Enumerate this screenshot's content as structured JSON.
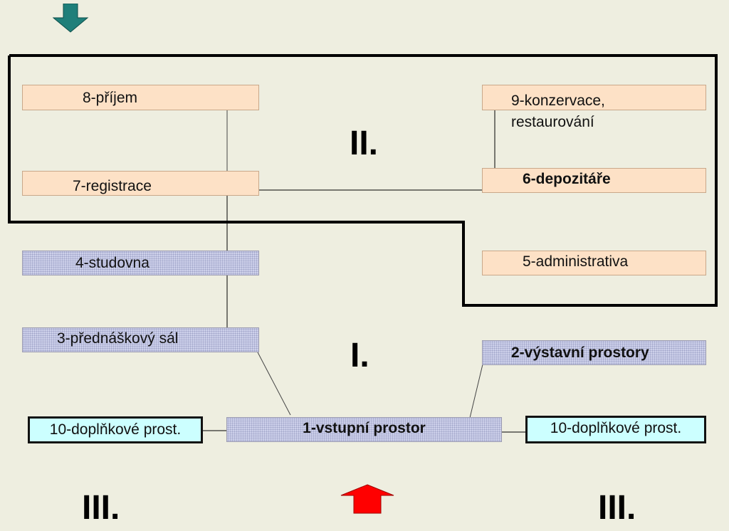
{
  "zones": {
    "zone_1": "I.",
    "zone_2": "II.",
    "zone_3_left": "III.",
    "zone_3_right": "III."
  },
  "rooms": {
    "r1": "1-vstupní prostor",
    "r2": "2-výstavní prostory",
    "r3": "3-přednáškový sál",
    "r4": "4-studovna",
    "r5": "5-administrativa",
    "r6": "6-depozitáře",
    "r7": "7-registrace",
    "r8": "8-příjem",
    "r9_line1": "9-konzervace,",
    "r9_line2": "restaurování",
    "r10_left": "10-doplňkové prost.",
    "r10_right": "10-doplňkové prost."
  },
  "colors": {
    "background": "#eeeee0",
    "staff_room": "#fde1c6",
    "public_room": "#cdd0ea",
    "auxiliary_room": "#ccffff",
    "entrance_arrow": "#ff0000",
    "intake_arrow": "#1f7f7a"
  },
  "icons": {
    "entrance": "arrow-up-icon",
    "intake": "arrow-down-icon"
  }
}
